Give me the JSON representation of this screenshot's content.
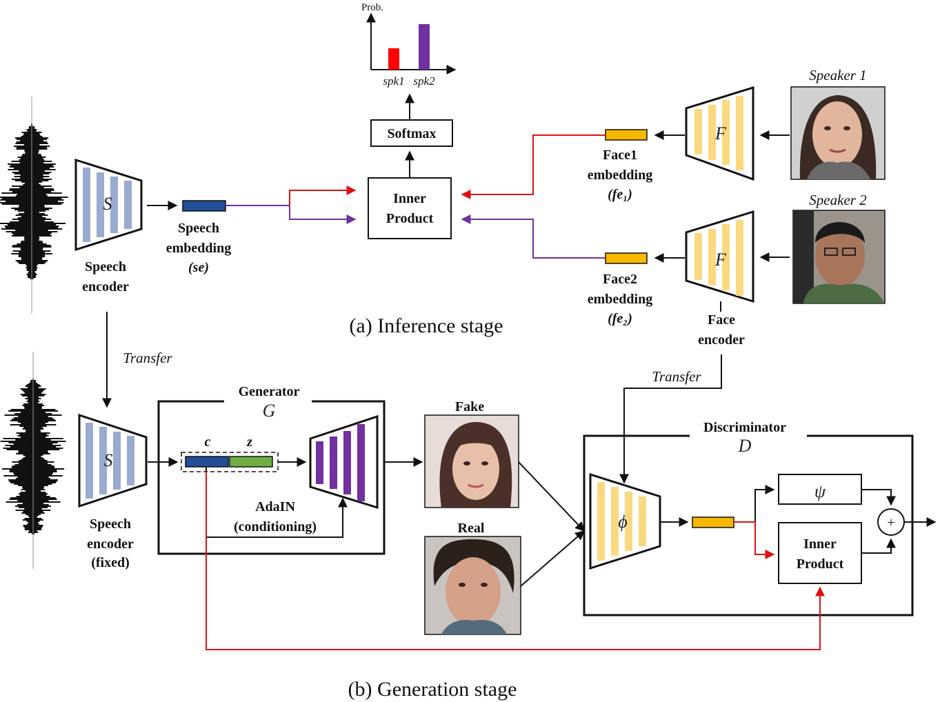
{
  "colors": {
    "speech_bar": "#9aaad1",
    "face_bar": "#fbd980",
    "gen_bar": "#7030a0",
    "speech_embed": "#1f4e94",
    "face_embed": "#f6b800",
    "noise": "#6fae45",
    "red_arrow": "#e01010",
    "purple_arrow": "#7030a0",
    "bar_spk1": "#ff0000",
    "bar_spk2": "#7030a0"
  },
  "chart_data": {
    "type": "bar",
    "categories": [
      "spk1",
      "spk2"
    ],
    "values": [
      0.47,
      1.0
    ],
    "ylabel": "Prob."
  },
  "inference": {
    "caption": "(a) Inference stage",
    "speech_encoder": {
      "symbol": "S",
      "label_line1": "Speech",
      "label_line2": "encoder"
    },
    "speech_embedding": {
      "line1": "Speech",
      "line2": "embedding",
      "line3": "(se)"
    },
    "softmax": "Softmax",
    "inner_product": {
      "line1": "Inner",
      "line2": "Product"
    },
    "speaker1": "Speaker 1",
    "speaker2": "Speaker 2",
    "face_symbol": "F",
    "face1_embedding": {
      "line1": "Face1",
      "line2": "embedding",
      "line3": "(fe₁)"
    },
    "face2_embedding": {
      "line1": "Face2",
      "line2": "embedding",
      "line3": "(fe₂)"
    },
    "face_encoder": {
      "line1": "Face",
      "line2": "encoder"
    }
  },
  "generation": {
    "caption": "(b) Generation stage",
    "transfer_left": "Transfer",
    "transfer_right": "Transfer",
    "speech_encoder": {
      "symbol": "S",
      "line1": "Speech",
      "line2": "encoder",
      "line3": "(fixed)"
    },
    "generator": {
      "title": "Generator",
      "symbol": "G"
    },
    "c_label": "c",
    "z_label": "z",
    "adain": {
      "line1": "AdaIN",
      "line2": "(conditioning)"
    },
    "fake": "Fake",
    "real": "Real",
    "discriminator": {
      "title": "Discriminator",
      "symbol": "D"
    },
    "phi": "ϕ",
    "psi": "ψ",
    "inner_product": {
      "line1": "Inner",
      "line2": "Product"
    },
    "plus": "+"
  }
}
